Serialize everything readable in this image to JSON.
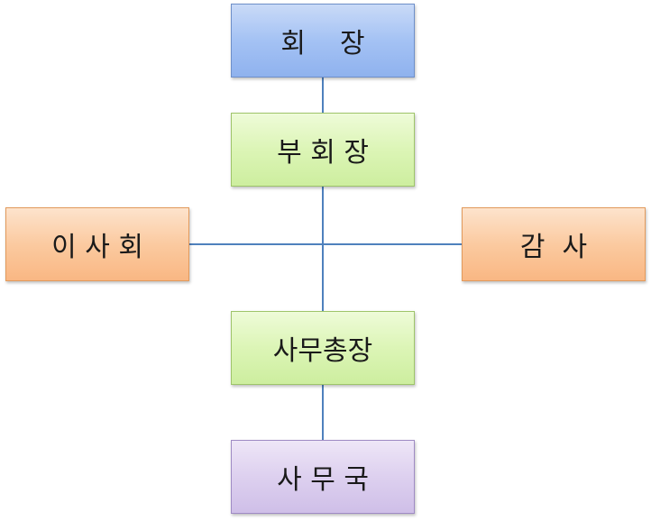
{
  "org_chart": {
    "president": "회    장",
    "vice_president": "부 회 장",
    "board": "이 사 회",
    "auditor": "감  사",
    "secretary_general": "사무총장",
    "secretariat": "사 무 국"
  },
  "colors": {
    "president": "#a4c2f4",
    "vice_president": "#dcf5b6",
    "board": "#fbcaa0",
    "auditor": "#fbcaa0",
    "secretary_general": "#dcf5b6",
    "secretariat": "#ddd0ef",
    "connector": "#4f81bd"
  }
}
